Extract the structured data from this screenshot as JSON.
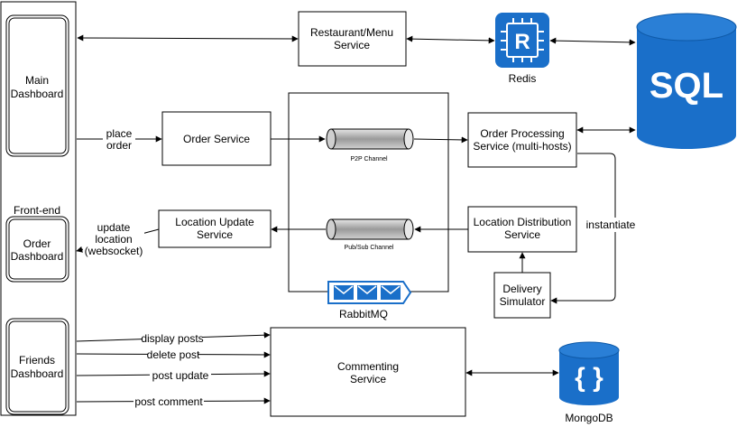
{
  "frontend": {
    "label": "Front-end",
    "main_dashboard": [
      "Main",
      "Dashboard"
    ],
    "order_dashboard": [
      "Order",
      "Dashboard"
    ],
    "friends_dashboard": [
      "Friends",
      "Dashboard"
    ]
  },
  "services": {
    "restaurant": [
      "Restaurant/Menu",
      "Service"
    ],
    "order": [
      "Order Service"
    ],
    "order_processing": [
      "Order Processing",
      "Service (multi-hosts)"
    ],
    "location_update": [
      "Location Update",
      "Service"
    ],
    "location_distribution": [
      "Location Distribution",
      "Service"
    ],
    "delivery_simulator": [
      "Delivery",
      "Simulator"
    ],
    "commenting": [
      "Commenting",
      "Service"
    ]
  },
  "channels": {
    "p2p": "P2P Channel",
    "pubsub": "Pub/Sub Channel"
  },
  "tech": {
    "redis": "Redis",
    "redis_letter": "R",
    "sql": "SQL",
    "rabbitmq": "RabbitMQ",
    "mongodb": "MongoDB",
    "mongodb_glyph": "{ }"
  },
  "edge_labels": {
    "place_order": [
      "place",
      "order"
    ],
    "update_location": [
      "update",
      "location",
      "(websocket)"
    ],
    "instantiate": "instantiate",
    "display_posts": "display posts",
    "delete_post": "delete post",
    "post_update": "post update",
    "post_comment": "post comment"
  },
  "colors": {
    "brand_blue": "#1a6fc9",
    "cylinder_grey": "#bdbdbd"
  }
}
